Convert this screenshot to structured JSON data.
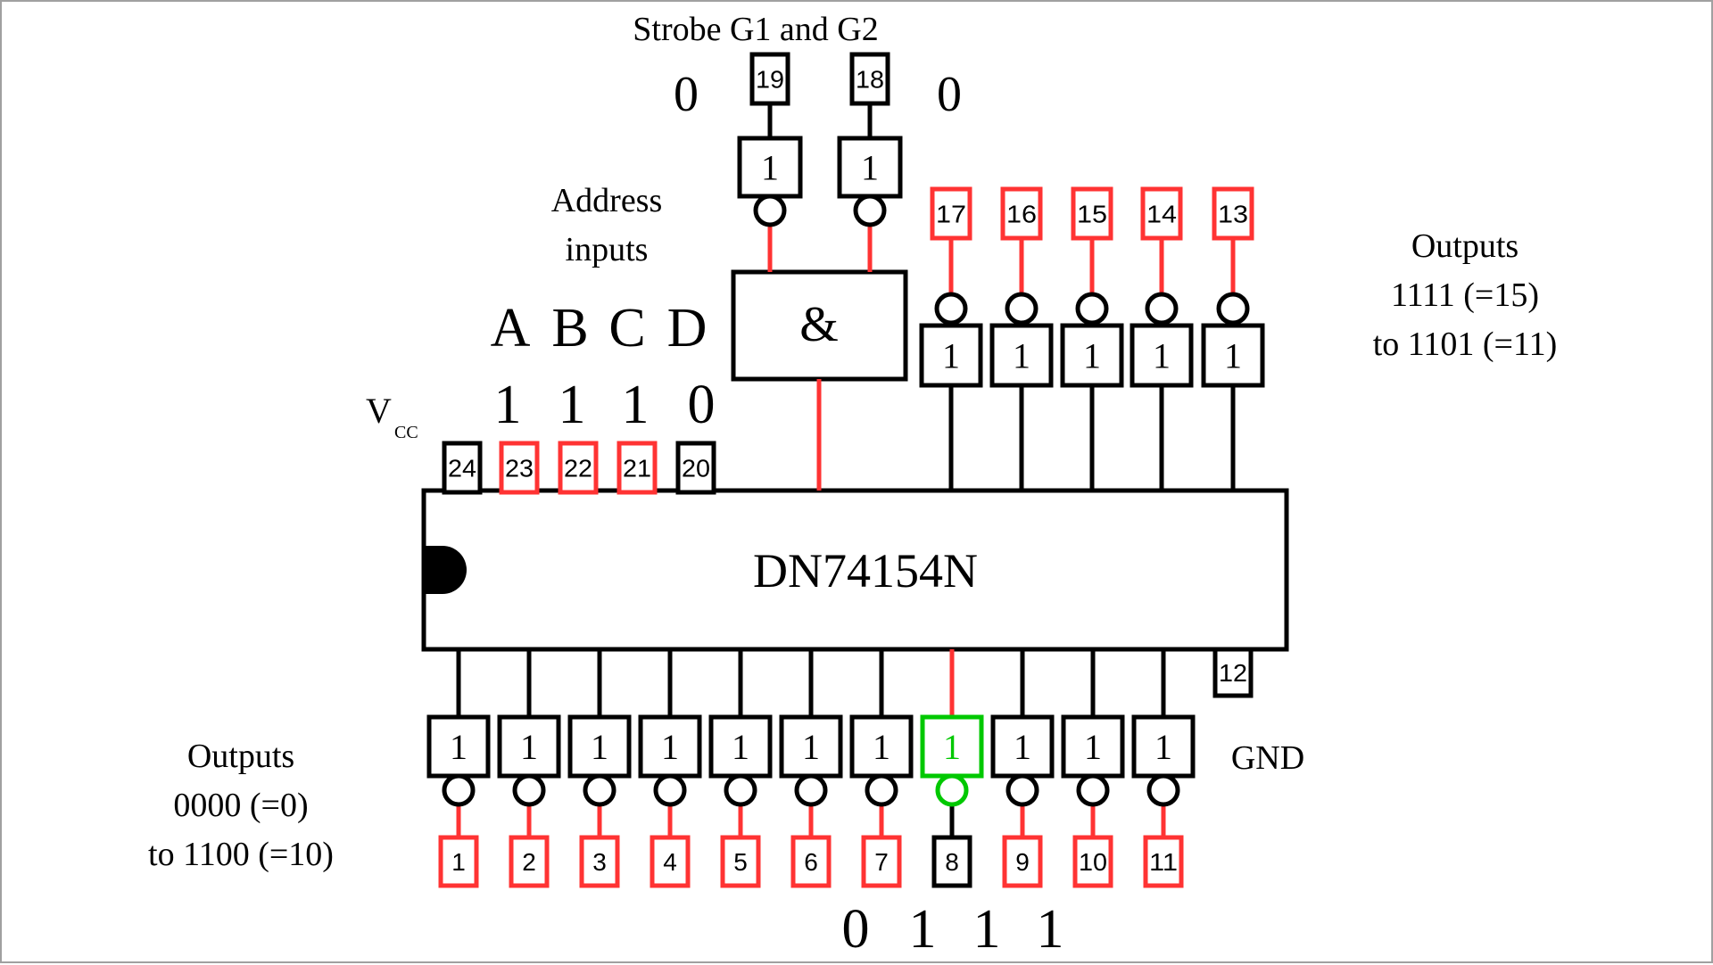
{
  "colors": {
    "active": "#ff3333",
    "selected": "#00c800",
    "normal": "#000000"
  },
  "labels": {
    "strobe": "Strobe G1  and G2",
    "strobe_g1_value": "0",
    "strobe_g2_value": "0",
    "address_line1": "Address",
    "address_line2": "inputs",
    "address_letters": [
      "A",
      "B",
      "C",
      "D"
    ],
    "address_values": [
      "1",
      "1",
      "1",
      "0"
    ],
    "address_value_states": [
      "active",
      "active",
      "active",
      "normal"
    ],
    "vcc_main": "V",
    "vcc_sub": "CC",
    "chip_name": "DN74154N",
    "and_symbol": "&",
    "gnd": "GND",
    "outputs_right": [
      "Outputs",
      "1111 (=15)",
      "to 1101 (=11)"
    ],
    "outputs_left": [
      "Outputs",
      "0000 (=0)",
      "to 1100 (=10)"
    ],
    "output_code": [
      "0",
      "1",
      "1",
      "1"
    ]
  },
  "top_input_pins": [
    {
      "pin": "24",
      "state": "normal"
    },
    {
      "pin": "23",
      "state": "active"
    },
    {
      "pin": "22",
      "state": "active"
    },
    {
      "pin": "21",
      "state": "active"
    },
    {
      "pin": "20",
      "state": "normal"
    }
  ],
  "strobe_pins": [
    {
      "pin": "19",
      "gate": "1"
    },
    {
      "pin": "18",
      "gate": "1"
    }
  ],
  "top_outputs": [
    {
      "pin": "17",
      "gate": "1",
      "state": "active"
    },
    {
      "pin": "16",
      "gate": "1",
      "state": "active"
    },
    {
      "pin": "15",
      "gate": "1",
      "state": "active"
    },
    {
      "pin": "14",
      "gate": "1",
      "state": "active"
    },
    {
      "pin": "13",
      "gate": "1",
      "state": "active"
    }
  ],
  "bottom_outputs": [
    {
      "pin": "1",
      "gate": "1",
      "state": "active"
    },
    {
      "pin": "2",
      "gate": "1",
      "state": "active"
    },
    {
      "pin": "3",
      "gate": "1",
      "state": "active"
    },
    {
      "pin": "4",
      "gate": "1",
      "state": "active"
    },
    {
      "pin": "5",
      "gate": "1",
      "state": "active"
    },
    {
      "pin": "6",
      "gate": "1",
      "state": "active"
    },
    {
      "pin": "7",
      "gate": "1",
      "state": "active"
    },
    {
      "pin": "8",
      "gate": "1",
      "state": "selected"
    },
    {
      "pin": "9",
      "gate": "1",
      "state": "active"
    },
    {
      "pin": "10",
      "gate": "1",
      "state": "active"
    },
    {
      "pin": "11",
      "gate": "1",
      "state": "active"
    }
  ],
  "gnd_pin": "12"
}
